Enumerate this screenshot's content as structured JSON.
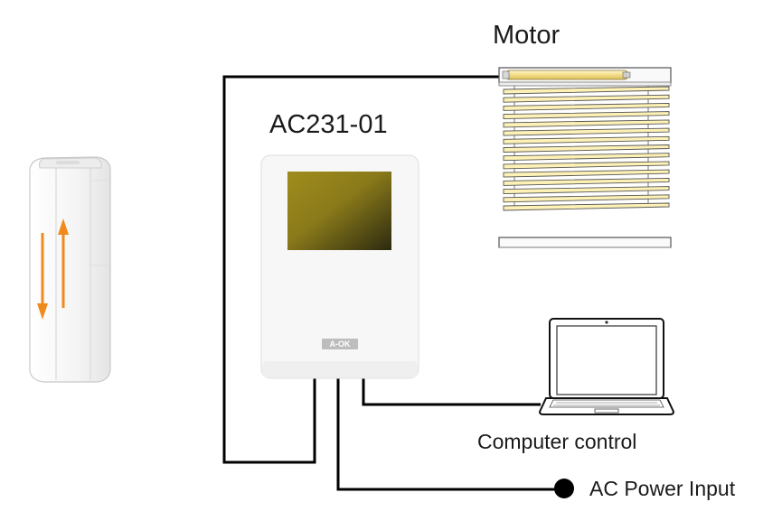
{
  "labels": {
    "motor": "Motor",
    "controller": "AC231-01",
    "brand": "A-OK",
    "computer": "Computer control",
    "power": "AC Power Input"
  },
  "colors": {
    "wire": "#000000",
    "arrow": "#f08a1c",
    "slat_fill": "#fdf1b6",
    "slat_stroke": "#555555",
    "screen": "#8a7a1a",
    "controller_body": "#f6f6f6",
    "label": "#1a1a1a"
  },
  "icons": [
    "remote-icon",
    "up-down-arrows-icon",
    "controller-icon",
    "blinds-icon",
    "motor-icon",
    "laptop-icon",
    "power-dot-icon"
  ]
}
